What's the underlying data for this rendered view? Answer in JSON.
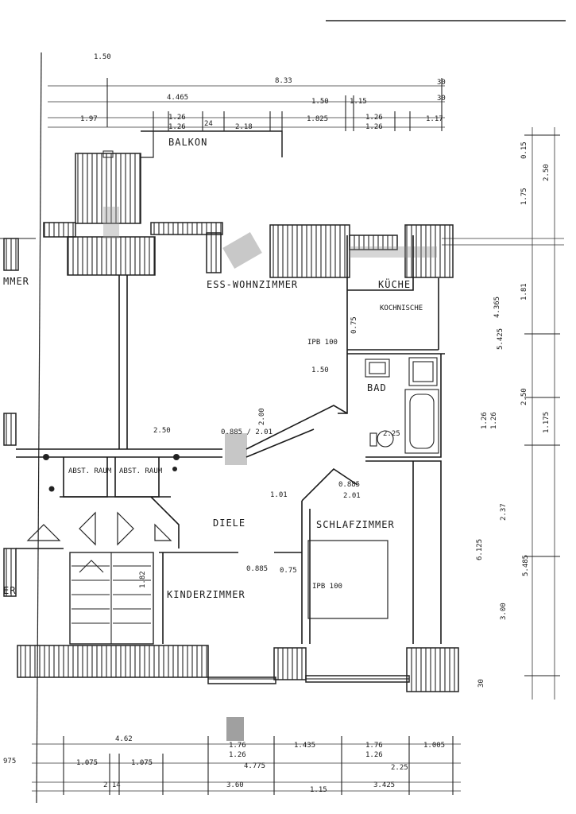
{
  "rooms": {
    "balkon": "BALKON",
    "ess_wohnzimmer": "ESS-WOHNZIMMER",
    "kueche": "KÜCHE",
    "kochnische": "KOCHNISCHE",
    "bad": "BAD",
    "diele": "DIELE",
    "schlafzimmer": "SCHLAFZIMMER",
    "kinderzimmer": "KINDERZIMMER",
    "abst_raum": "ABST. RAUM",
    "left_room_fragment": "MMER",
    "left_room_fragment2": "ER"
  },
  "beams": {
    "ipb_top": "IPB 100",
    "ipb_mid": "IPB 100"
  },
  "top_dims": {
    "d_150_small": "1.50",
    "d_833": "8.33",
    "d_4465": "4.465",
    "d_150": "1.50",
    "d_115": "1.15",
    "d_197": "1.97",
    "d_126a": "1.26",
    "d_126b": "1.26",
    "d_24": "24",
    "d_218": "2.18",
    "d_1825": "1.825",
    "d_126c": "1.26",
    "d_126d": "1.26",
    "d_117": "1.17",
    "d_30a": "30",
    "d_30b": "30"
  },
  "interior_dims": {
    "d_150_mid": "1.50",
    "d_250_mid": "2.50",
    "d_085_201": "0.885 / 2.01",
    "d_200": "2.00",
    "d_075": "0.75",
    "d_225": "2.25",
    "d_101": "1.01",
    "d_085b": "0.885",
    "d_201b": "2.01",
    "d_075b": "0.75",
    "d_182": "1.82",
    "d_085c": "0.885"
  },
  "right_dims": {
    "d_015": "0.15",
    "d_250a": "2.50",
    "d_175": "1.75",
    "d_4365": "4.365",
    "d_181": "1.81",
    "d_5425": "5.425",
    "d_126a": "1.26",
    "d_126b": "1.26",
    "d_250b": "2.50",
    "d_1175": "1.175",
    "d_6125": "6.125",
    "d_237": "2.37",
    "d_5485": "5.485",
    "d_300": "3.00",
    "d_30": "30"
  },
  "bottom_dims": {
    "d_462": "4.62",
    "d_176a": "1.76",
    "d_126a": "1.26",
    "d_1435": "1.435",
    "d_176b": "1.76",
    "d_126b": "1.26",
    "d_1005": "1.005",
    "d_975": "975",
    "d_1075a": "1.075",
    "d_1075b": "1.075",
    "d_4775": "4.775",
    "d_225": "2.25",
    "d_214": "2.14",
    "d_360": "3.60",
    "d_3425": "3.425",
    "d_115": "1.15"
  }
}
